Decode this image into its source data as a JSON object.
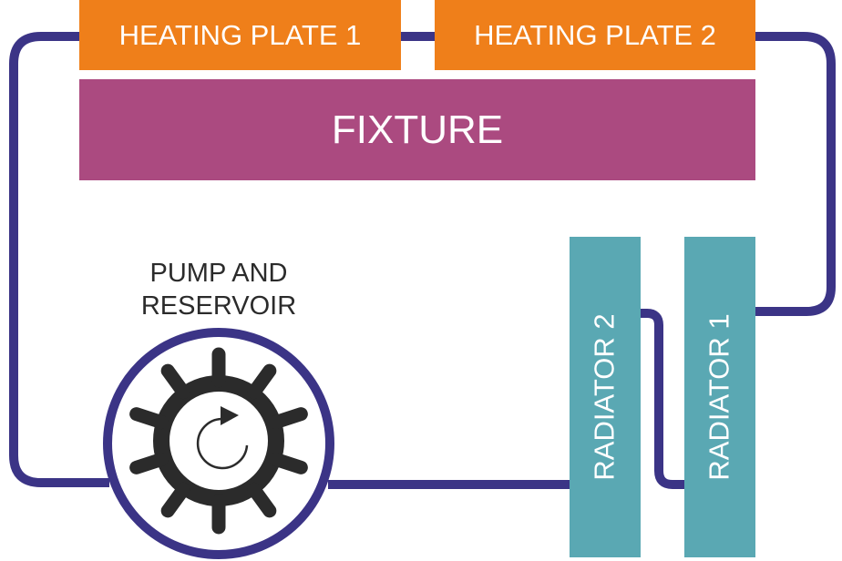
{
  "components": {
    "heating_plate_1": "HEATING PLATE 1",
    "heating_plate_2": "HEATING PLATE 2",
    "fixture": "FIXTURE",
    "radiator_1": "RADIATOR 1",
    "radiator_2": "RADIATOR 2",
    "pump_line1": "PUMP AND",
    "pump_line2": "RESERVOIR"
  },
  "colors": {
    "pipe": "#3b3486",
    "heating_plate": "#ef7f1a",
    "fixture": "#ab4a80",
    "radiator": "#5aa8b3",
    "pump_gear": "#2b2b2b"
  }
}
